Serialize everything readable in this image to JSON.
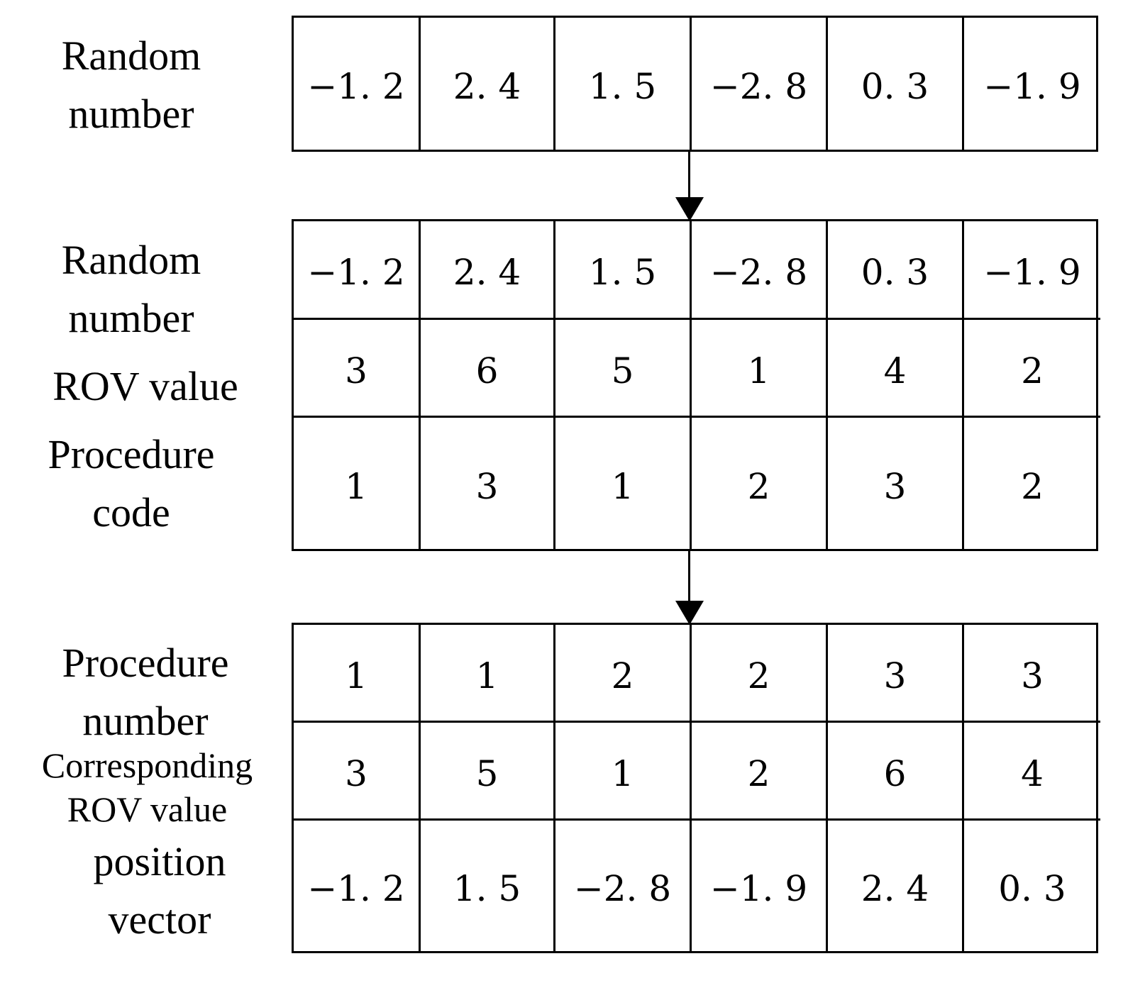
{
  "section1": {
    "row_labels": [
      "Random\nnumber"
    ],
    "rows": [
      [
        "−1. 2",
        "2. 4",
        "1. 5",
        "−2. 8",
        "0. 3",
        "−1. 9"
      ]
    ]
  },
  "section2": {
    "row_labels": [
      "Random\nnumber",
      "ROV value",
      "Procedure\ncode"
    ],
    "rows": [
      [
        "−1. 2",
        "2. 4",
        "1. 5",
        "−2. 8",
        "0. 3",
        "−1. 9"
      ],
      [
        "3",
        "6",
        "5",
        "1",
        "4",
        "2"
      ],
      [
        "1",
        "3",
        "1",
        "2",
        "3",
        "2"
      ]
    ]
  },
  "section3": {
    "row_labels": [
      "Procedure\nnumber",
      "Corresponding\nROV value",
      "position\nvector"
    ],
    "rows": [
      [
        "1",
        "1",
        "2",
        "2",
        "3",
        "3"
      ],
      [
        "3",
        "5",
        "1",
        "2",
        "6",
        "4"
      ],
      [
        "−1. 2",
        "1. 5",
        "−2. 8",
        "−1. 9",
        "2. 4",
        "0. 3"
      ]
    ]
  }
}
